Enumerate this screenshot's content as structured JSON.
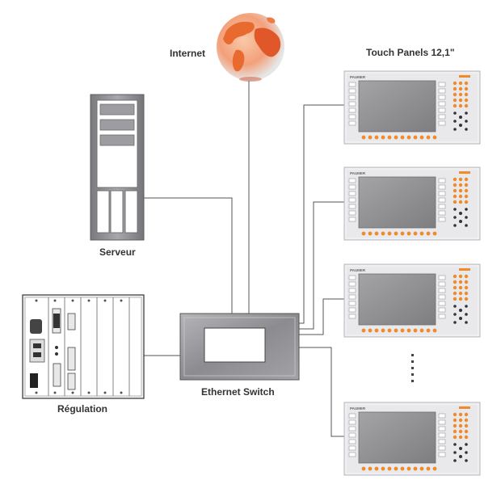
{
  "labels": {
    "internet": "Internet",
    "touch_panels": "Touch Panels 12,1\"",
    "server": "Serveur",
    "regulation": "Régulation",
    "switch": "Ethernet Switch",
    "brand": "PAUMER"
  },
  "ellipsis": "⋮",
  "colors": {
    "line": "#555555",
    "panel_bg": "#e8e8ea",
    "screen": "#8d8d8f",
    "orange": "#f08a2a",
    "globe": "#e86a2e",
    "server_gray": "#8e8e92",
    "switch_gray": "#9a9a9e"
  },
  "icons": [
    "globe-icon",
    "server-icon",
    "rack-controller-icon",
    "switch-icon",
    "touch-panel-icon"
  ]
}
